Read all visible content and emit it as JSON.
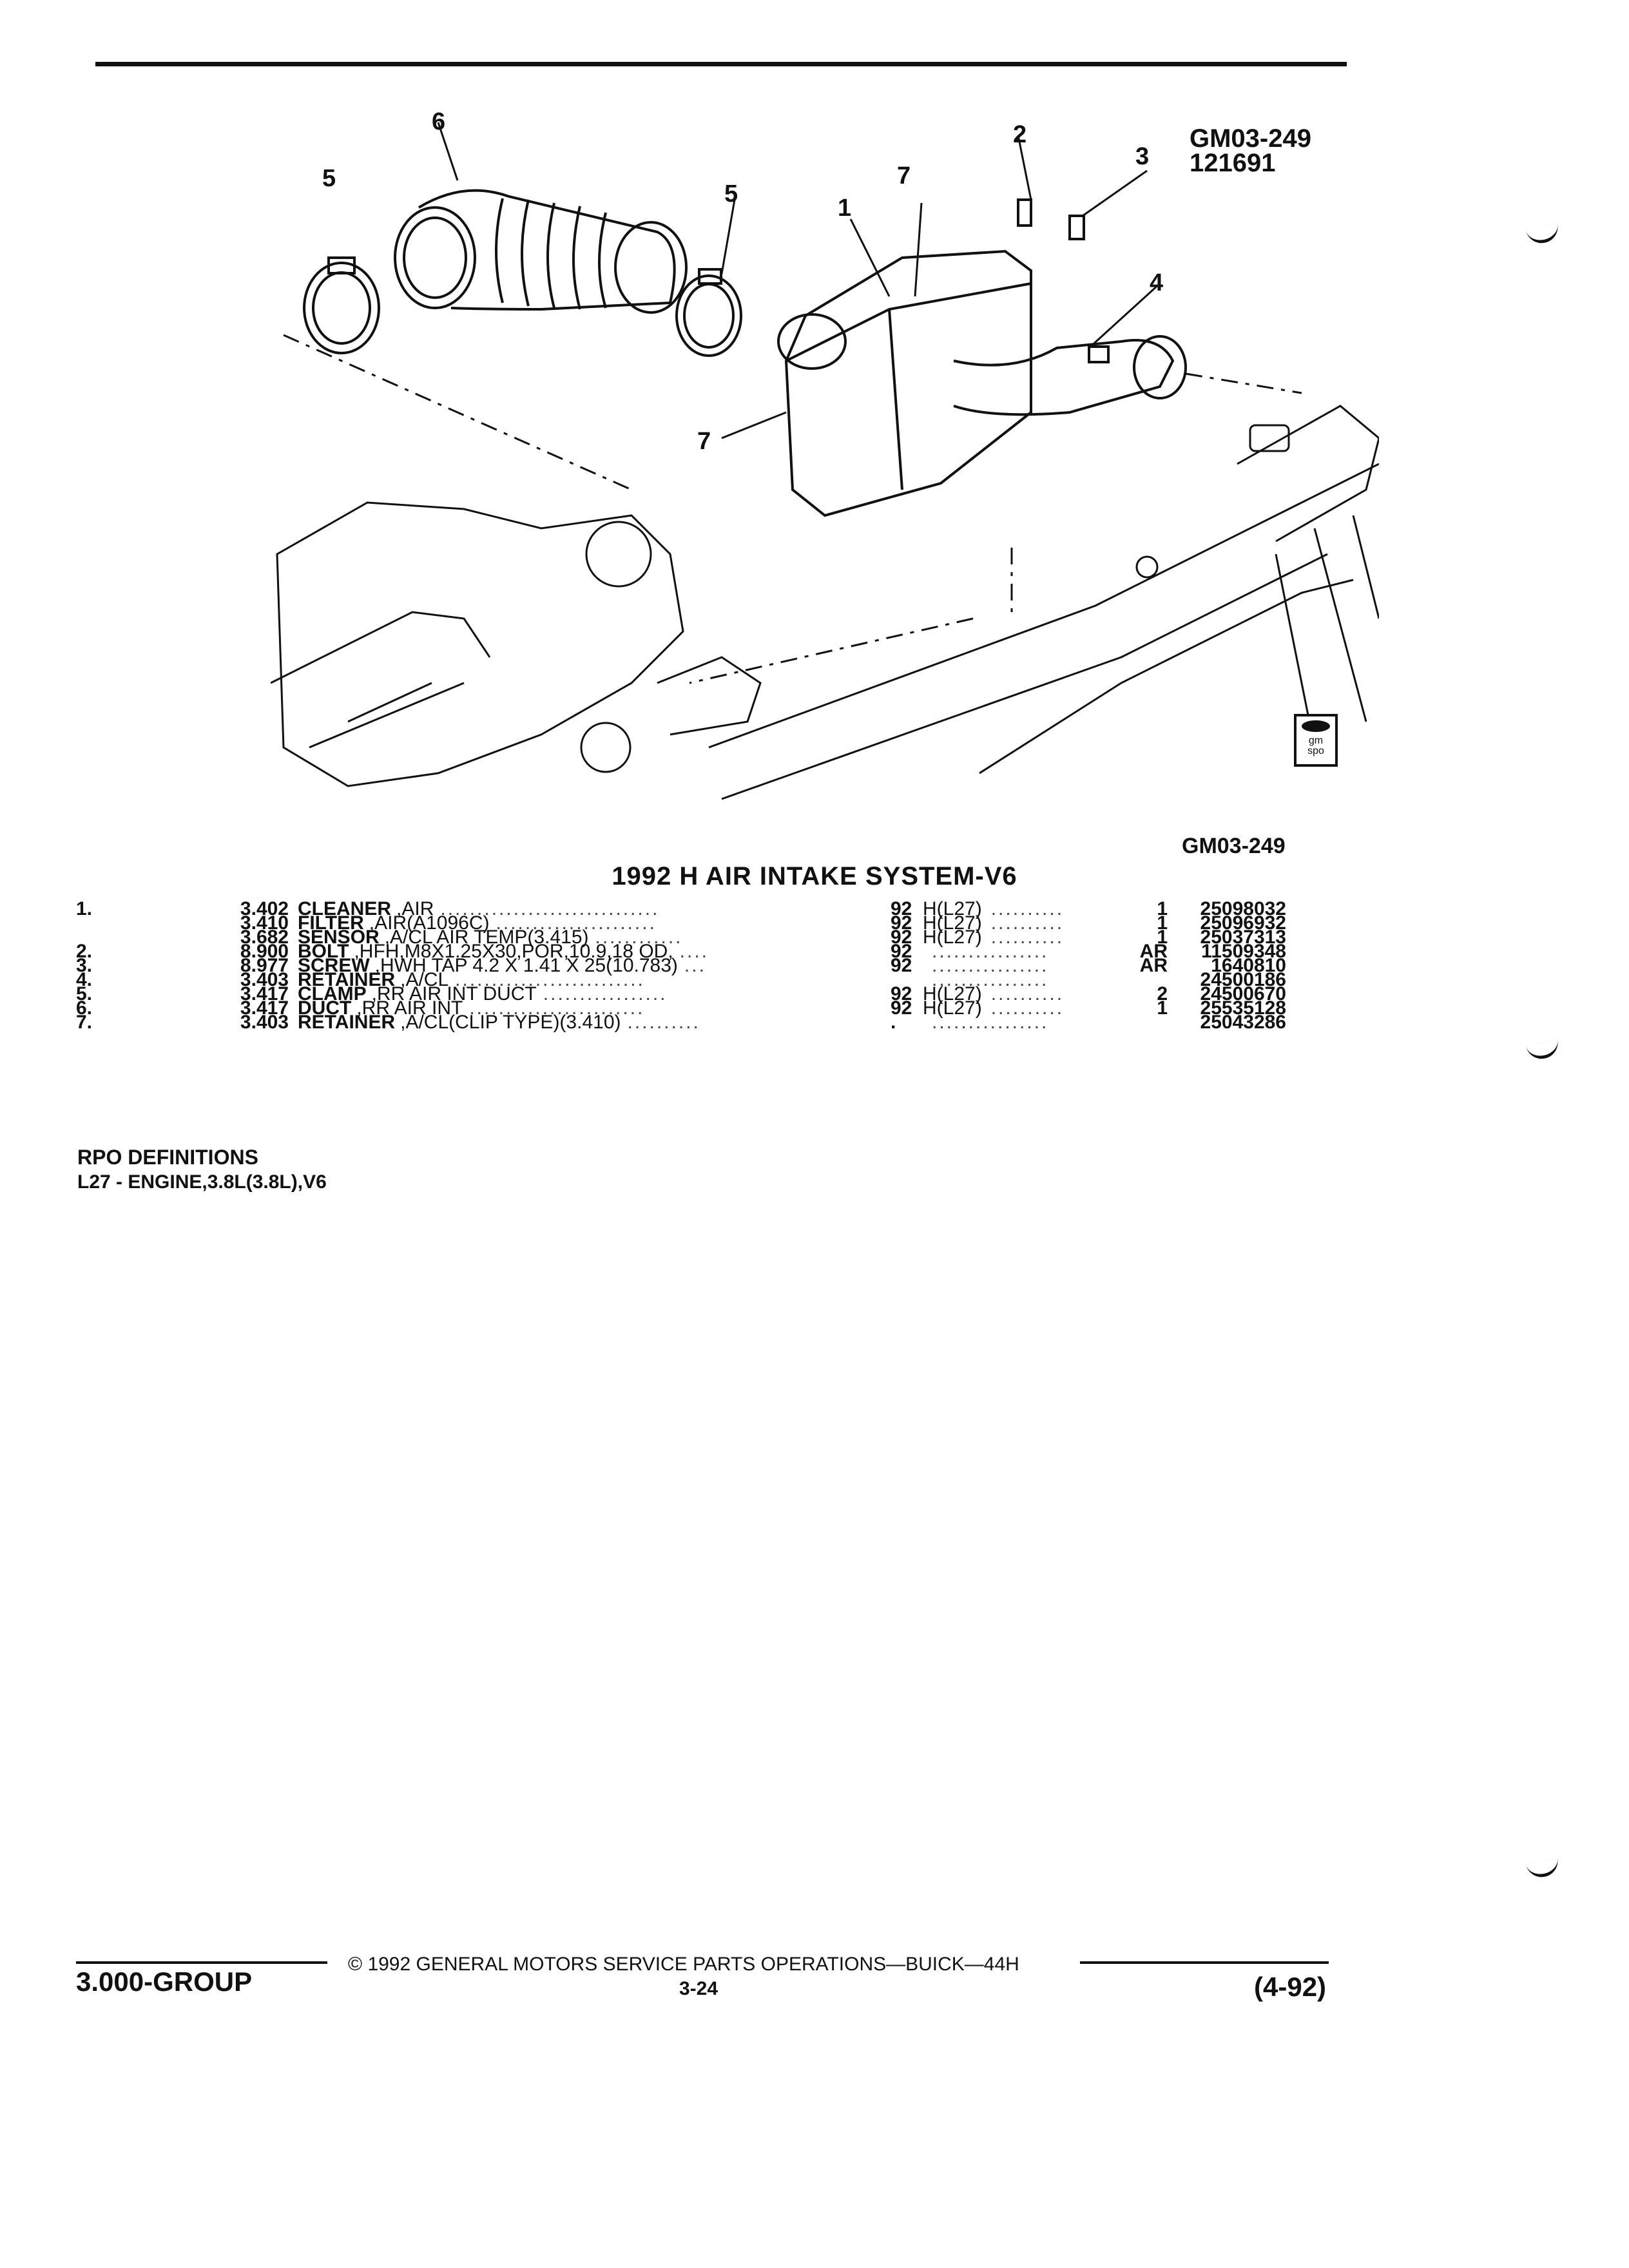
{
  "figure": {
    "code": "GM03-249",
    "date_code": "121691",
    "caption_code": "GM03-249",
    "callouts": [
      "6",
      "5",
      "5",
      "1",
      "7",
      "2",
      "3",
      "4",
      "7"
    ],
    "logo_text": "gm spo"
  },
  "title": "1992 H AIR INTAKE SYSTEM-V6",
  "parts": [
    {
      "item": "1.",
      "code": "3.402",
      "name": "CLEANER",
      "desc": ",AIR",
      "dots": "..............................",
      "year": "92",
      "app": "H(L27)",
      "app_dots": "..........",
      "qty": "1",
      "pn": "25098032"
    },
    {
      "item": "",
      "code": "3.410",
      "name": "FILTER",
      "desc": ",AIR(A1096C)",
      "dots": "......................",
      "year": "92",
      "app": "H(L27)",
      "app_dots": "..........",
      "qty": "1",
      "pn": "25096932"
    },
    {
      "item": "",
      "code": "3.682",
      "name": "SENSOR",
      "desc": ",A/CL AIR TEMP(3.415)",
      "dots": "............",
      "year": "92",
      "app": "H(L27)",
      "app_dots": "..........",
      "qty": "1",
      "pn": "25037313"
    },
    {
      "item": "2.",
      "code": "8.900",
      "name": "BOLT",
      "desc": ",HFH,M8X1.25X30,POR,10.9,18 OD,",
      "dots": "....",
      "year": "92",
      "app": "",
      "app_dots": "................",
      "qty": "AR",
      "pn": "11509348"
    },
    {
      "item": "3.",
      "code": "8.977",
      "name": "SCREW",
      "desc": ",HWH TAP 4.2 X 1.41 X 25(10.783)",
      "dots": "...",
      "year": "92",
      "app": "",
      "app_dots": "................",
      "qty": "AR",
      "pn": "1640810"
    },
    {
      "item": "4.",
      "code": "3.403",
      "name": "RETAINER",
      "desc": ",A/CL",
      "dots": "..........................",
      "year": "",
      "app": "",
      "app_dots": "................",
      "qty": "",
      "pn": "24500186"
    },
    {
      "item": "5.",
      "code": "3.417",
      "name": "CLAMP",
      "desc": ",RR AIR INT DUCT",
      "dots": ".................",
      "year": "92",
      "app": "H(L27)",
      "app_dots": "..........",
      "qty": "2",
      "pn": "24500670"
    },
    {
      "item": "6.",
      "code": "3.417",
      "name": "DUCT",
      "desc": ",RR AIR INT",
      "dots": "........................",
      "year": "92",
      "app": "H(L27)",
      "app_dots": "..........",
      "qty": "1",
      "pn": "25535128"
    },
    {
      "item": "7.",
      "code": "3.403",
      "name": "RETAINER",
      "desc": ",A/CL(CLIP TYPE)(3.410)",
      "dots": "..........",
      "year": ".",
      "app": "",
      "app_dots": "................",
      "qty": "",
      "pn": "25043286"
    }
  ],
  "rpo": {
    "heading": "RPO DEFINITIONS",
    "definition": "L27 - ENGINE,3.8L(3.8L),V6"
  },
  "footer": {
    "group": "3.000-GROUP",
    "copyright": "© 1992 GENERAL MOTORS SERVICE PARTS OPERATIONS—BUICK—44H",
    "page": "3-24",
    "revision": "(4-92)"
  }
}
